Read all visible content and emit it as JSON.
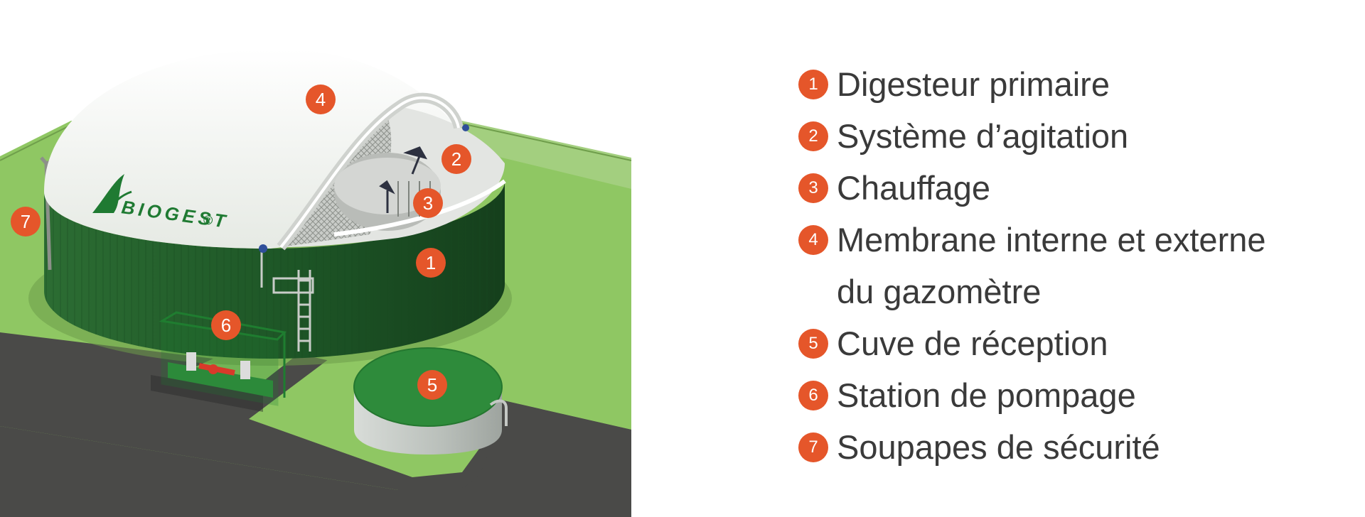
{
  "brand": {
    "name": "BIOGEST",
    "mark": "®"
  },
  "colors": {
    "badge": "#e5562a",
    "grass": "#8fc763",
    "road": "#4a4a48",
    "tank_wall": "#1e5a28",
    "membrane": "#f2f4f1",
    "text": "#3a3a3a"
  },
  "callouts": [
    "1",
    "2",
    "3",
    "4",
    "5",
    "6",
    "7"
  ],
  "legend": {
    "items": [
      {
        "num": "1",
        "text": "Digesteur primaire"
      },
      {
        "num": "2",
        "text": "Système d’agitation"
      },
      {
        "num": "3",
        "text": "Chauffage"
      },
      {
        "num": "4",
        "text": "Membrane interne et externe",
        "cont": "du gazomètre"
      },
      {
        "num": "5",
        "text": "Cuve de réception"
      },
      {
        "num": "6",
        "text": "Station de pompage"
      },
      {
        "num": "7",
        "text": "Soupapes de sécurité"
      }
    ]
  }
}
